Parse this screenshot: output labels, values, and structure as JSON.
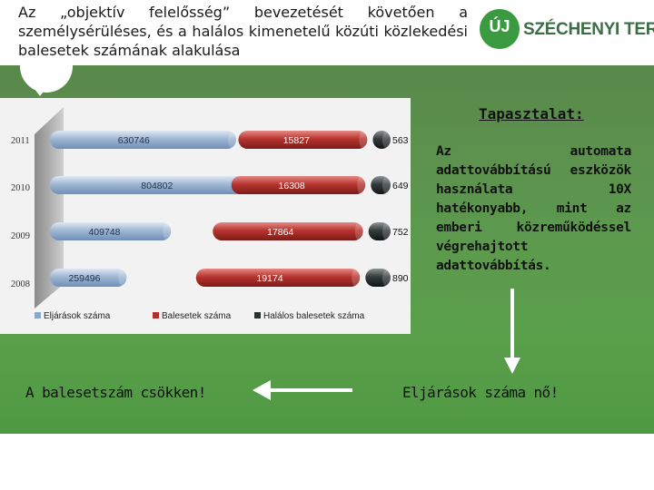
{
  "slide": {
    "title": "Az „objektív felelősség” bevezetését követően a személysérüléses, és a halálos kimenetelű közúti közlekedési balesetek számának alakulása",
    "logo": {
      "mark": "ÚJ",
      "text": "SZÉCHENYI TERV"
    },
    "experience_title": "Tapasztalat:",
    "experience_body": "Az automata adattovábbítású eszközök használata 10X hatékonyabb, mint az emberi közreműködéssel végrehajtott adattovábbítás.",
    "left_message": "A balesetszám csökken!",
    "right_message": "Eljárások száma nő!"
  },
  "colors": {
    "procedures": "#8aa6c8",
    "accidents": "#b0302f",
    "fatal": "#2a2f2f",
    "background_green": "#62a552"
  },
  "chart_data": {
    "type": "bar",
    "orientation": "horizontal",
    "categories": [
      "2011",
      "2010",
      "2009",
      "2008"
    ],
    "series": [
      {
        "name": "Eljárások száma",
        "values": [
          630746,
          804802,
          409748,
          259496
        ]
      },
      {
        "name": "Balesetek száma",
        "values": [
          15827,
          16308,
          17864,
          19174
        ]
      },
      {
        "name": "Halálos balesetek száma",
        "values": [
          563,
          649,
          752,
          890
        ]
      }
    ],
    "legend_position": "bottom"
  }
}
